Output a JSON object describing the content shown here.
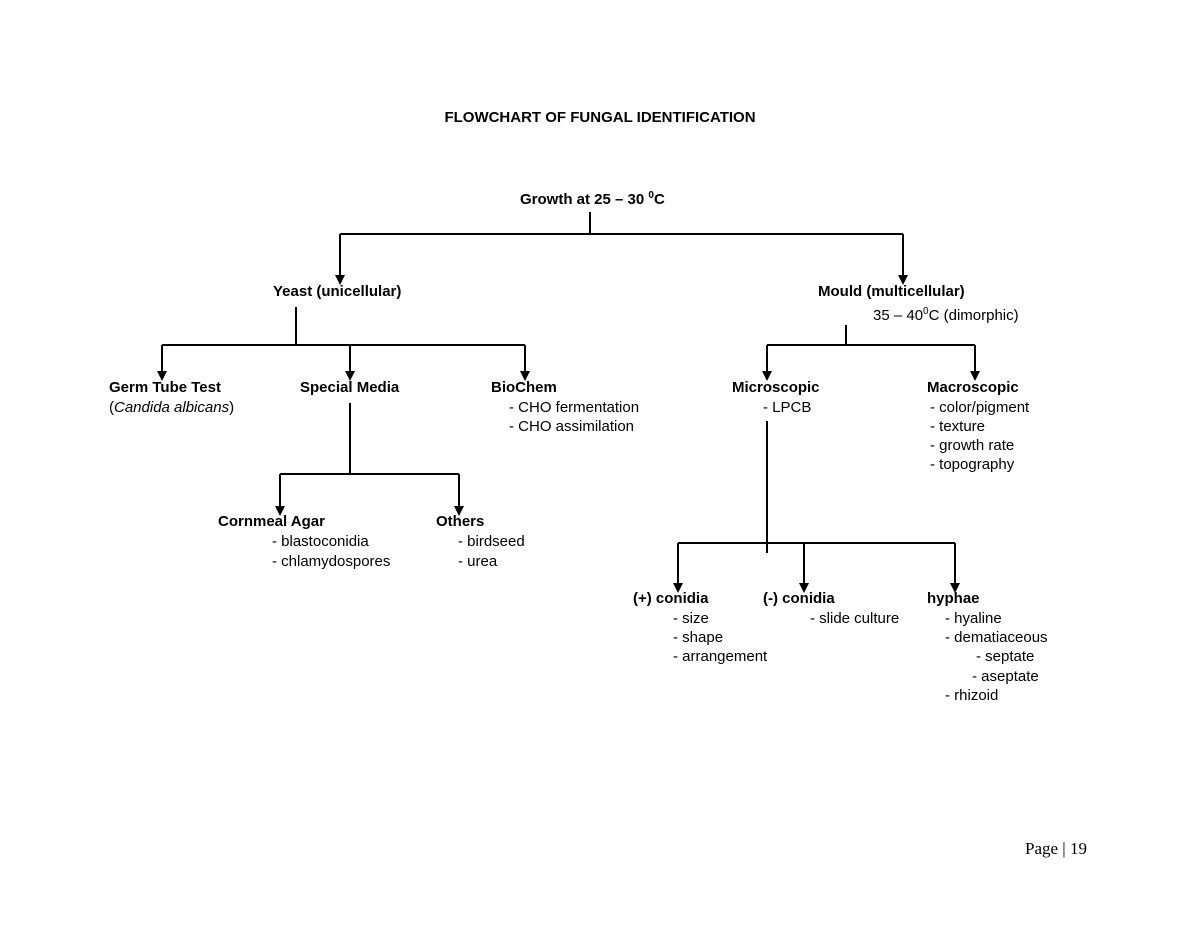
{
  "title": "FLOWCHART OF FUNGAL IDENTIFICATION",
  "root": {
    "label": "Growth at 25 – 30",
    "sup": "0",
    "unit": "C"
  },
  "yeast": {
    "label": "Yeast (unicellular)",
    "germ_tube": {
      "label": "Germ Tube Test",
      "note_open": "(",
      "note_italic": "Candida albicans",
      "note_close": ")"
    },
    "special_media": {
      "label": "Special Media",
      "cornmeal": {
        "label": "Cornmeal Agar",
        "items": [
          "- blastoconidia",
          "- chlamydospores"
        ]
      },
      "others": {
        "label": "Others",
        "items": [
          "- birdseed",
          "- urea"
        ]
      }
    },
    "biochem": {
      "label": "BioChem",
      "items": [
        "- CHO fermentation",
        "- CHO assimilation"
      ]
    }
  },
  "mould": {
    "label": "Mould (multicellular)",
    "sub_pre": "35 – 40",
    "sub_sup": "0",
    "sub_post": "C (dimorphic)",
    "microscopic": {
      "label": "Microscopic",
      "items": [
        "- LPCB"
      ],
      "plus_conidia": {
        "label": "(+) conidia",
        "items": [
          "- size",
          "- shape",
          "- arrangement"
        ]
      },
      "minus_conidia": {
        "label": "(-) conidia",
        "items": [
          "- slide culture"
        ]
      },
      "hyphae": {
        "label": "hyphae",
        "items": [
          "- hyaline",
          "- dematiaceous",
          "- septate",
          "- aseptate",
          "- rhizoid"
        ]
      }
    },
    "macroscopic": {
      "label": "Macroscopic",
      "items": [
        "- color/pigment",
        "- texture",
        "- growth rate",
        "- topography"
      ]
    }
  },
  "footer": "Page | 19",
  "colors": {
    "line": "#000000",
    "background": "#ffffff"
  }
}
